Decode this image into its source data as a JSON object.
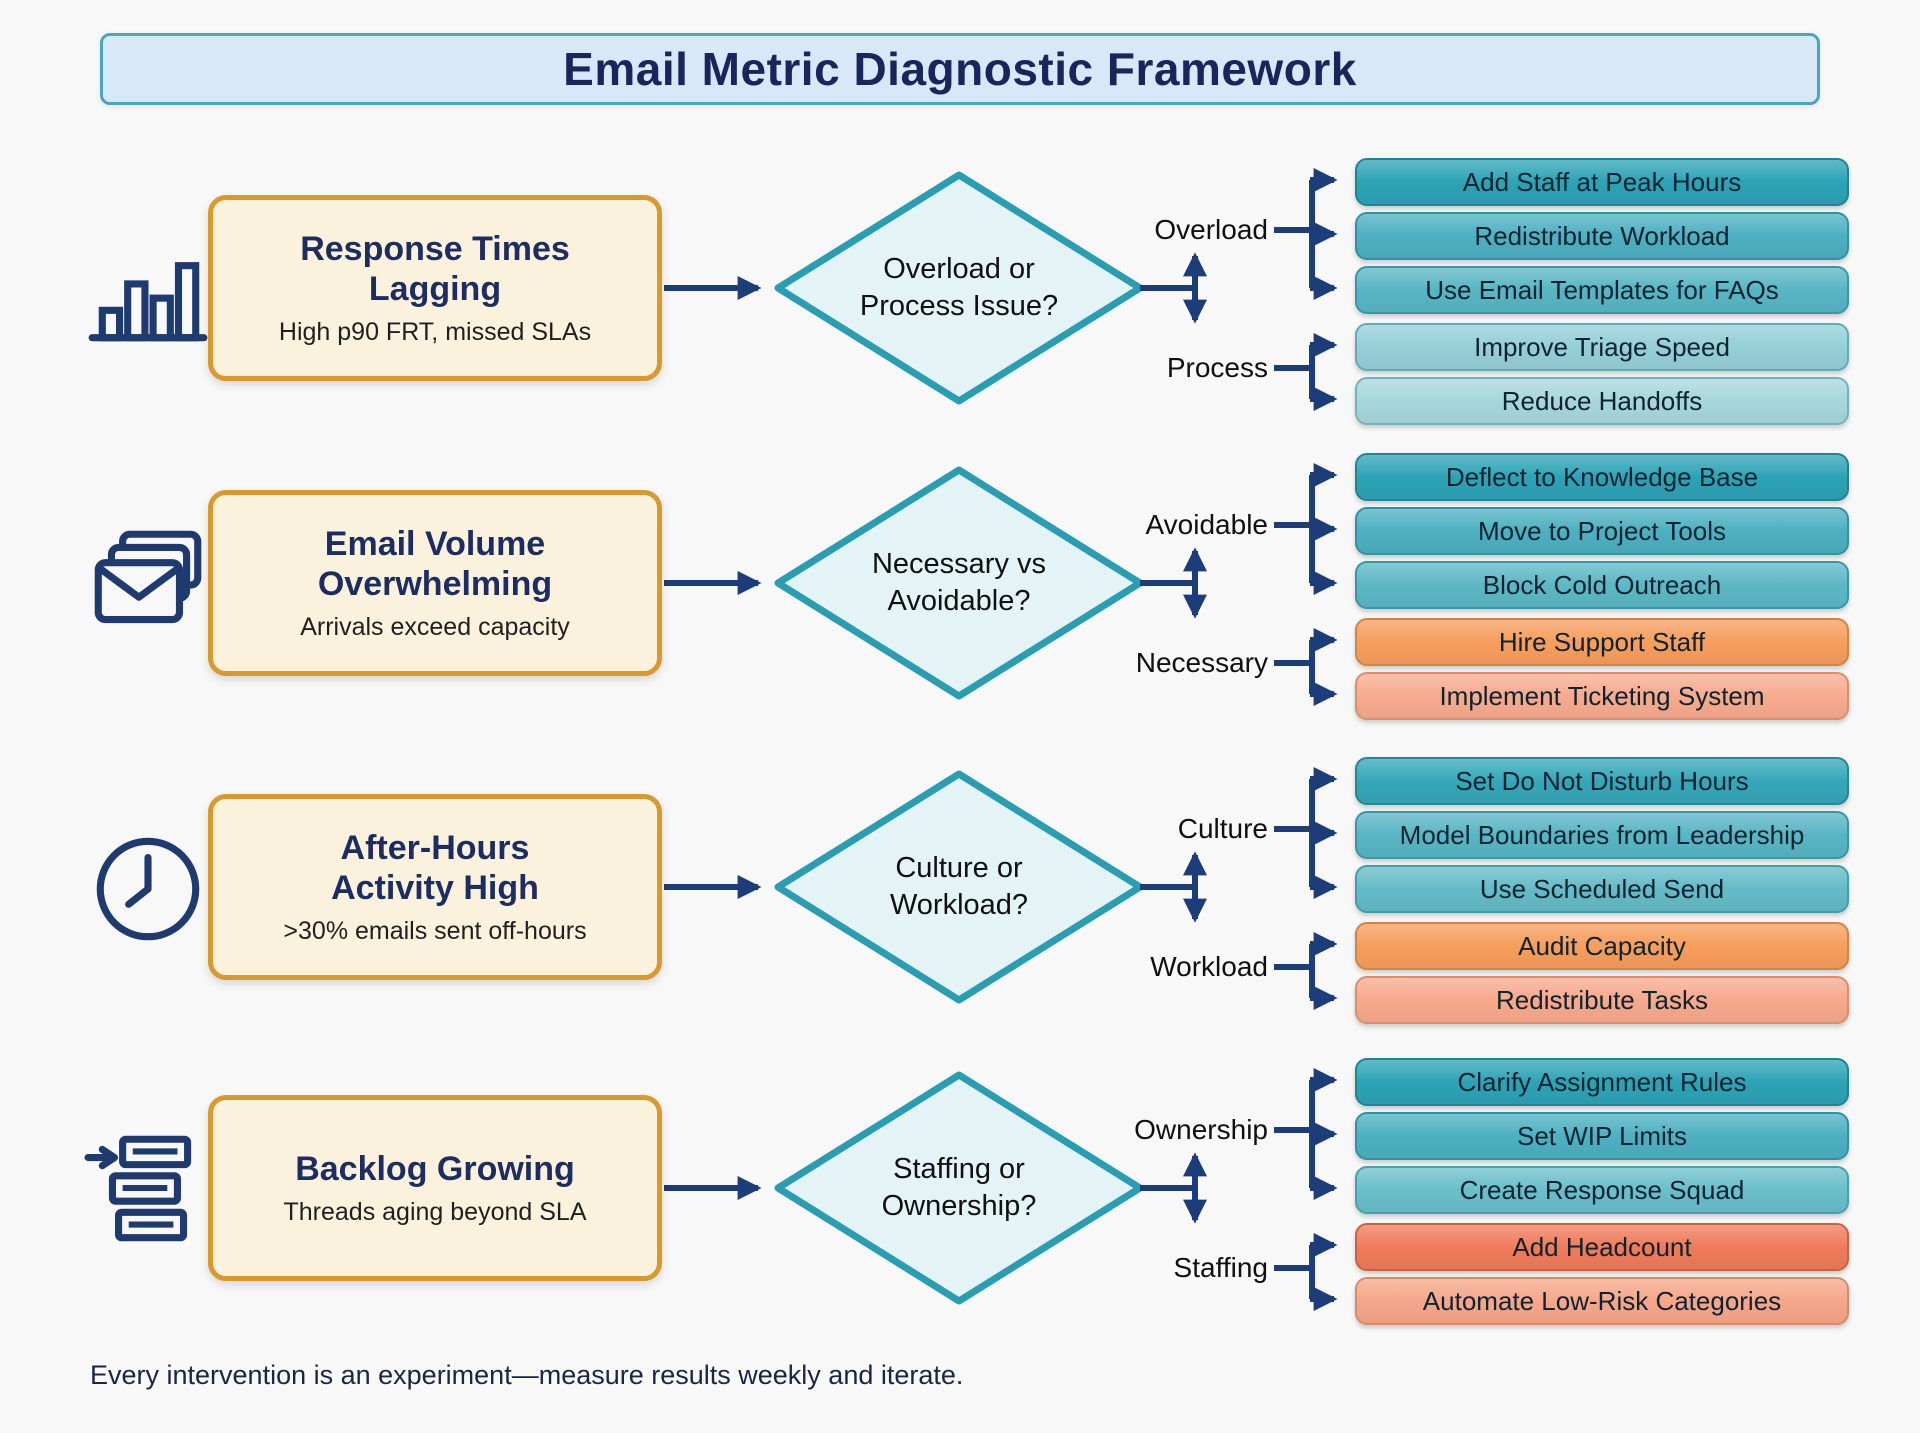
{
  "title": "Email Metric Diagnostic Framework",
  "footer": "Every intervention is an experiment—measure results weekly and iterate.",
  "colors": {
    "page_bg": "#f7f8f7",
    "header_bg": "#d9e8f8",
    "header_border": "#4aa6ba",
    "title_color": "#18265c",
    "card_bg": "#fbf2de",
    "card_border": "#d9992e",
    "card_title_color": "#1d2d62",
    "diamond_fill": "#e4f4f6",
    "diamond_border": "#2a9db3",
    "connector": "#1c3c7a",
    "icon_stroke": "#1e3a6e"
  },
  "rows": [
    {
      "icon": "bar-chart-icon",
      "problem": {
        "title_lines": [
          "Response Times",
          "Lagging"
        ],
        "subtitle": "High p90 FRT, missed SLAs"
      },
      "question": [
        "Overload or",
        "Process Issue?"
      ],
      "top_branch": {
        "label": "Overload",
        "actions": [
          {
            "label": "Add Staff at Peak Hours",
            "bg": "#2da3b6",
            "border": "#1f8496"
          },
          {
            "label": "Redistribute Workload",
            "bg": "#4db0c1",
            "border": "#2f93a6"
          },
          {
            "label": "Use Email Templates for FAQs",
            "bg": "#58b6c4",
            "border": "#3697a9"
          }
        ]
      },
      "bottom_branch": {
        "label": "Process",
        "actions": [
          {
            "label": "Improve Triage Speed",
            "bg": "#95cfd8",
            "border": "#64aab6"
          },
          {
            "label": "Reduce Handoffs",
            "bg": "#a7d7dd",
            "border": "#74b2bc"
          }
        ]
      }
    },
    {
      "icon": "stacked-envelopes-icon",
      "problem": {
        "title_lines": [
          "Email Volume",
          "Overwhelming"
        ],
        "subtitle": "Arrivals exceed capacity"
      },
      "question": [
        "Necessary vs",
        "Avoidable?"
      ],
      "top_branch": {
        "label": "Avoidable",
        "actions": [
          {
            "label": "Deflect to Knowledge Base",
            "bg": "#2da3b6",
            "border": "#1f8496"
          },
          {
            "label": "Move to Project Tools",
            "bg": "#4db0c1",
            "border": "#2f93a6"
          },
          {
            "label": "Block Cold Outreach",
            "bg": "#5cb8c5",
            "border": "#3697a9"
          }
        ]
      },
      "bottom_branch": {
        "label": "Necessary",
        "actions": [
          {
            "label": "Hire Support Staff",
            "bg": "#f79e5d",
            "border": "#d8823e"
          },
          {
            "label": "Implement Ticketing System",
            "bg": "#f8ab8e",
            "border": "#da8e6c"
          }
        ]
      }
    },
    {
      "icon": "clock-icon",
      "problem": {
        "title_lines": [
          "After-Hours",
          "Activity High"
        ],
        "subtitle": ">30% emails sent off-hours"
      },
      "question": [
        "Culture or",
        "Workload?"
      ],
      "top_branch": {
        "label": "Culture",
        "actions": [
          {
            "label": "Set Do Not Disturb Hours",
            "bg": "#35a7b9",
            "border": "#24879a"
          },
          {
            "label": "Model Boundaries from Leadership",
            "bg": "#58b6c4",
            "border": "#3697a9"
          },
          {
            "label": "Use Scheduled Send",
            "bg": "#64bbc7",
            "border": "#3f9dac"
          }
        ]
      },
      "bottom_branch": {
        "label": "Workload",
        "actions": [
          {
            "label": "Audit Capacity",
            "bg": "#f79e5c",
            "border": "#d8823e"
          },
          {
            "label": "Redistribute Tasks",
            "bg": "#f8a98c",
            "border": "#da8e6c"
          }
        ]
      }
    },
    {
      "icon": "backlog-list-icon",
      "problem": {
        "title_lines": [
          "Backlog Growing"
        ],
        "subtitle": "Threads aging beyond SLA"
      },
      "question": [
        "Staffing or",
        "Ownership?"
      ],
      "top_branch": {
        "label": "Ownership",
        "actions": [
          {
            "label": "Clarify Assignment Rules",
            "bg": "#2da3b6",
            "border": "#1f8496"
          },
          {
            "label": "Set WIP Limits",
            "bg": "#4db0c1",
            "border": "#2f93a6"
          },
          {
            "label": "Create Response Squad",
            "bg": "#6abfca",
            "border": "#46a1af"
          }
        ]
      },
      "bottom_branch": {
        "label": "Staffing",
        "actions": [
          {
            "label": "Add Headcount",
            "bg": "#f07b5b",
            "border": "#ce5f41"
          },
          {
            "label": "Automate Low-Risk Categories",
            "bg": "#f6a78a",
            "border": "#d88b69"
          }
        ]
      }
    }
  ]
}
